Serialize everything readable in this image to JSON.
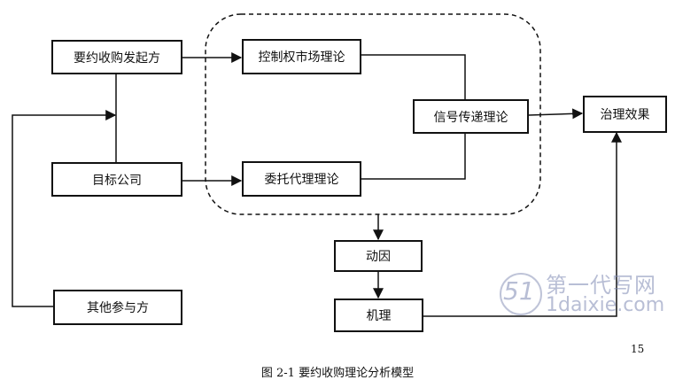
{
  "diagram": {
    "nodes": {
      "initiator": "要约收购发起方",
      "target": "目标公司",
      "others": "其他参与方",
      "control_market": "控制权市场理论",
      "agency": "委托代理理论",
      "signal": "信号传递理论",
      "effect": "治理效果",
      "motive": "动因",
      "mechanism": "机理"
    }
  },
  "page_number": "15",
  "caption": "图 2-1    要约收购理论分析模型",
  "watermark": {
    "logo_text": "51",
    "title": "第一代写网",
    "url": "1daixie.com"
  },
  "colors": {
    "line": "#111111",
    "watermark": "#7f8ab3"
  }
}
